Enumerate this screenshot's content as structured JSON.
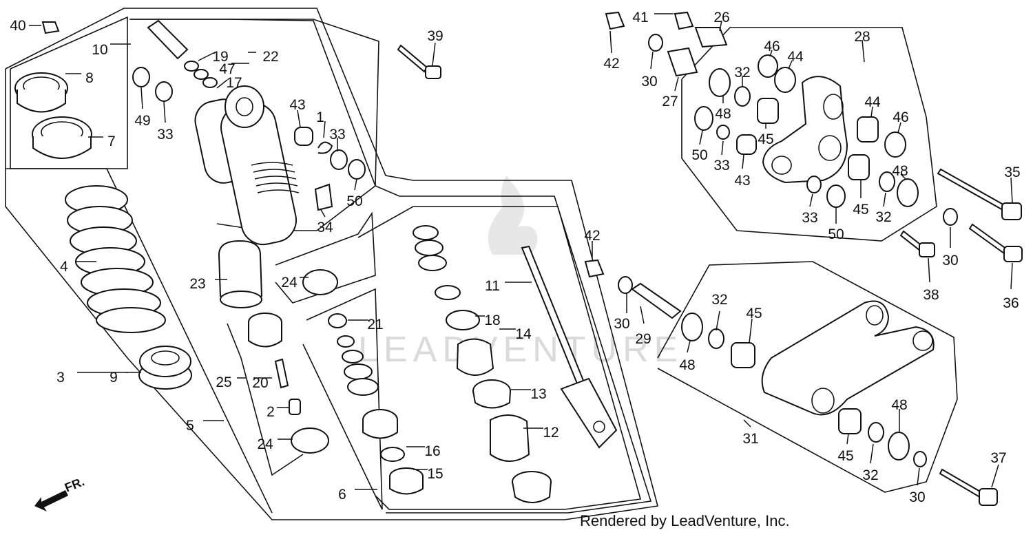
{
  "diagram": {
    "footer_text": "Rendered by LeadVenture, Inc.",
    "watermark_text": "LEADVENTURE",
    "direction_label": "FR.",
    "callouts": [
      "1",
      "2",
      "3",
      "4",
      "5",
      "6",
      "7",
      "8",
      "9",
      "10",
      "11",
      "12",
      "13",
      "14",
      "15",
      "16",
      "17",
      "18",
      "19",
      "20",
      "21",
      "22",
      "23",
      "24",
      "24",
      "25",
      "26",
      "27",
      "28",
      "29",
      "30",
      "30",
      "30",
      "30",
      "31",
      "32",
      "32",
      "32",
      "32",
      "33",
      "33",
      "33",
      "33",
      "34",
      "35",
      "36",
      "37",
      "38",
      "39",
      "40",
      "41",
      "42",
      "42",
      "43",
      "43",
      "44",
      "44",
      "45",
      "45",
      "45",
      "45",
      "46",
      "46",
      "47",
      "48",
      "48",
      "48",
      "48",
      "49",
      "50",
      "50",
      "50"
    ]
  }
}
